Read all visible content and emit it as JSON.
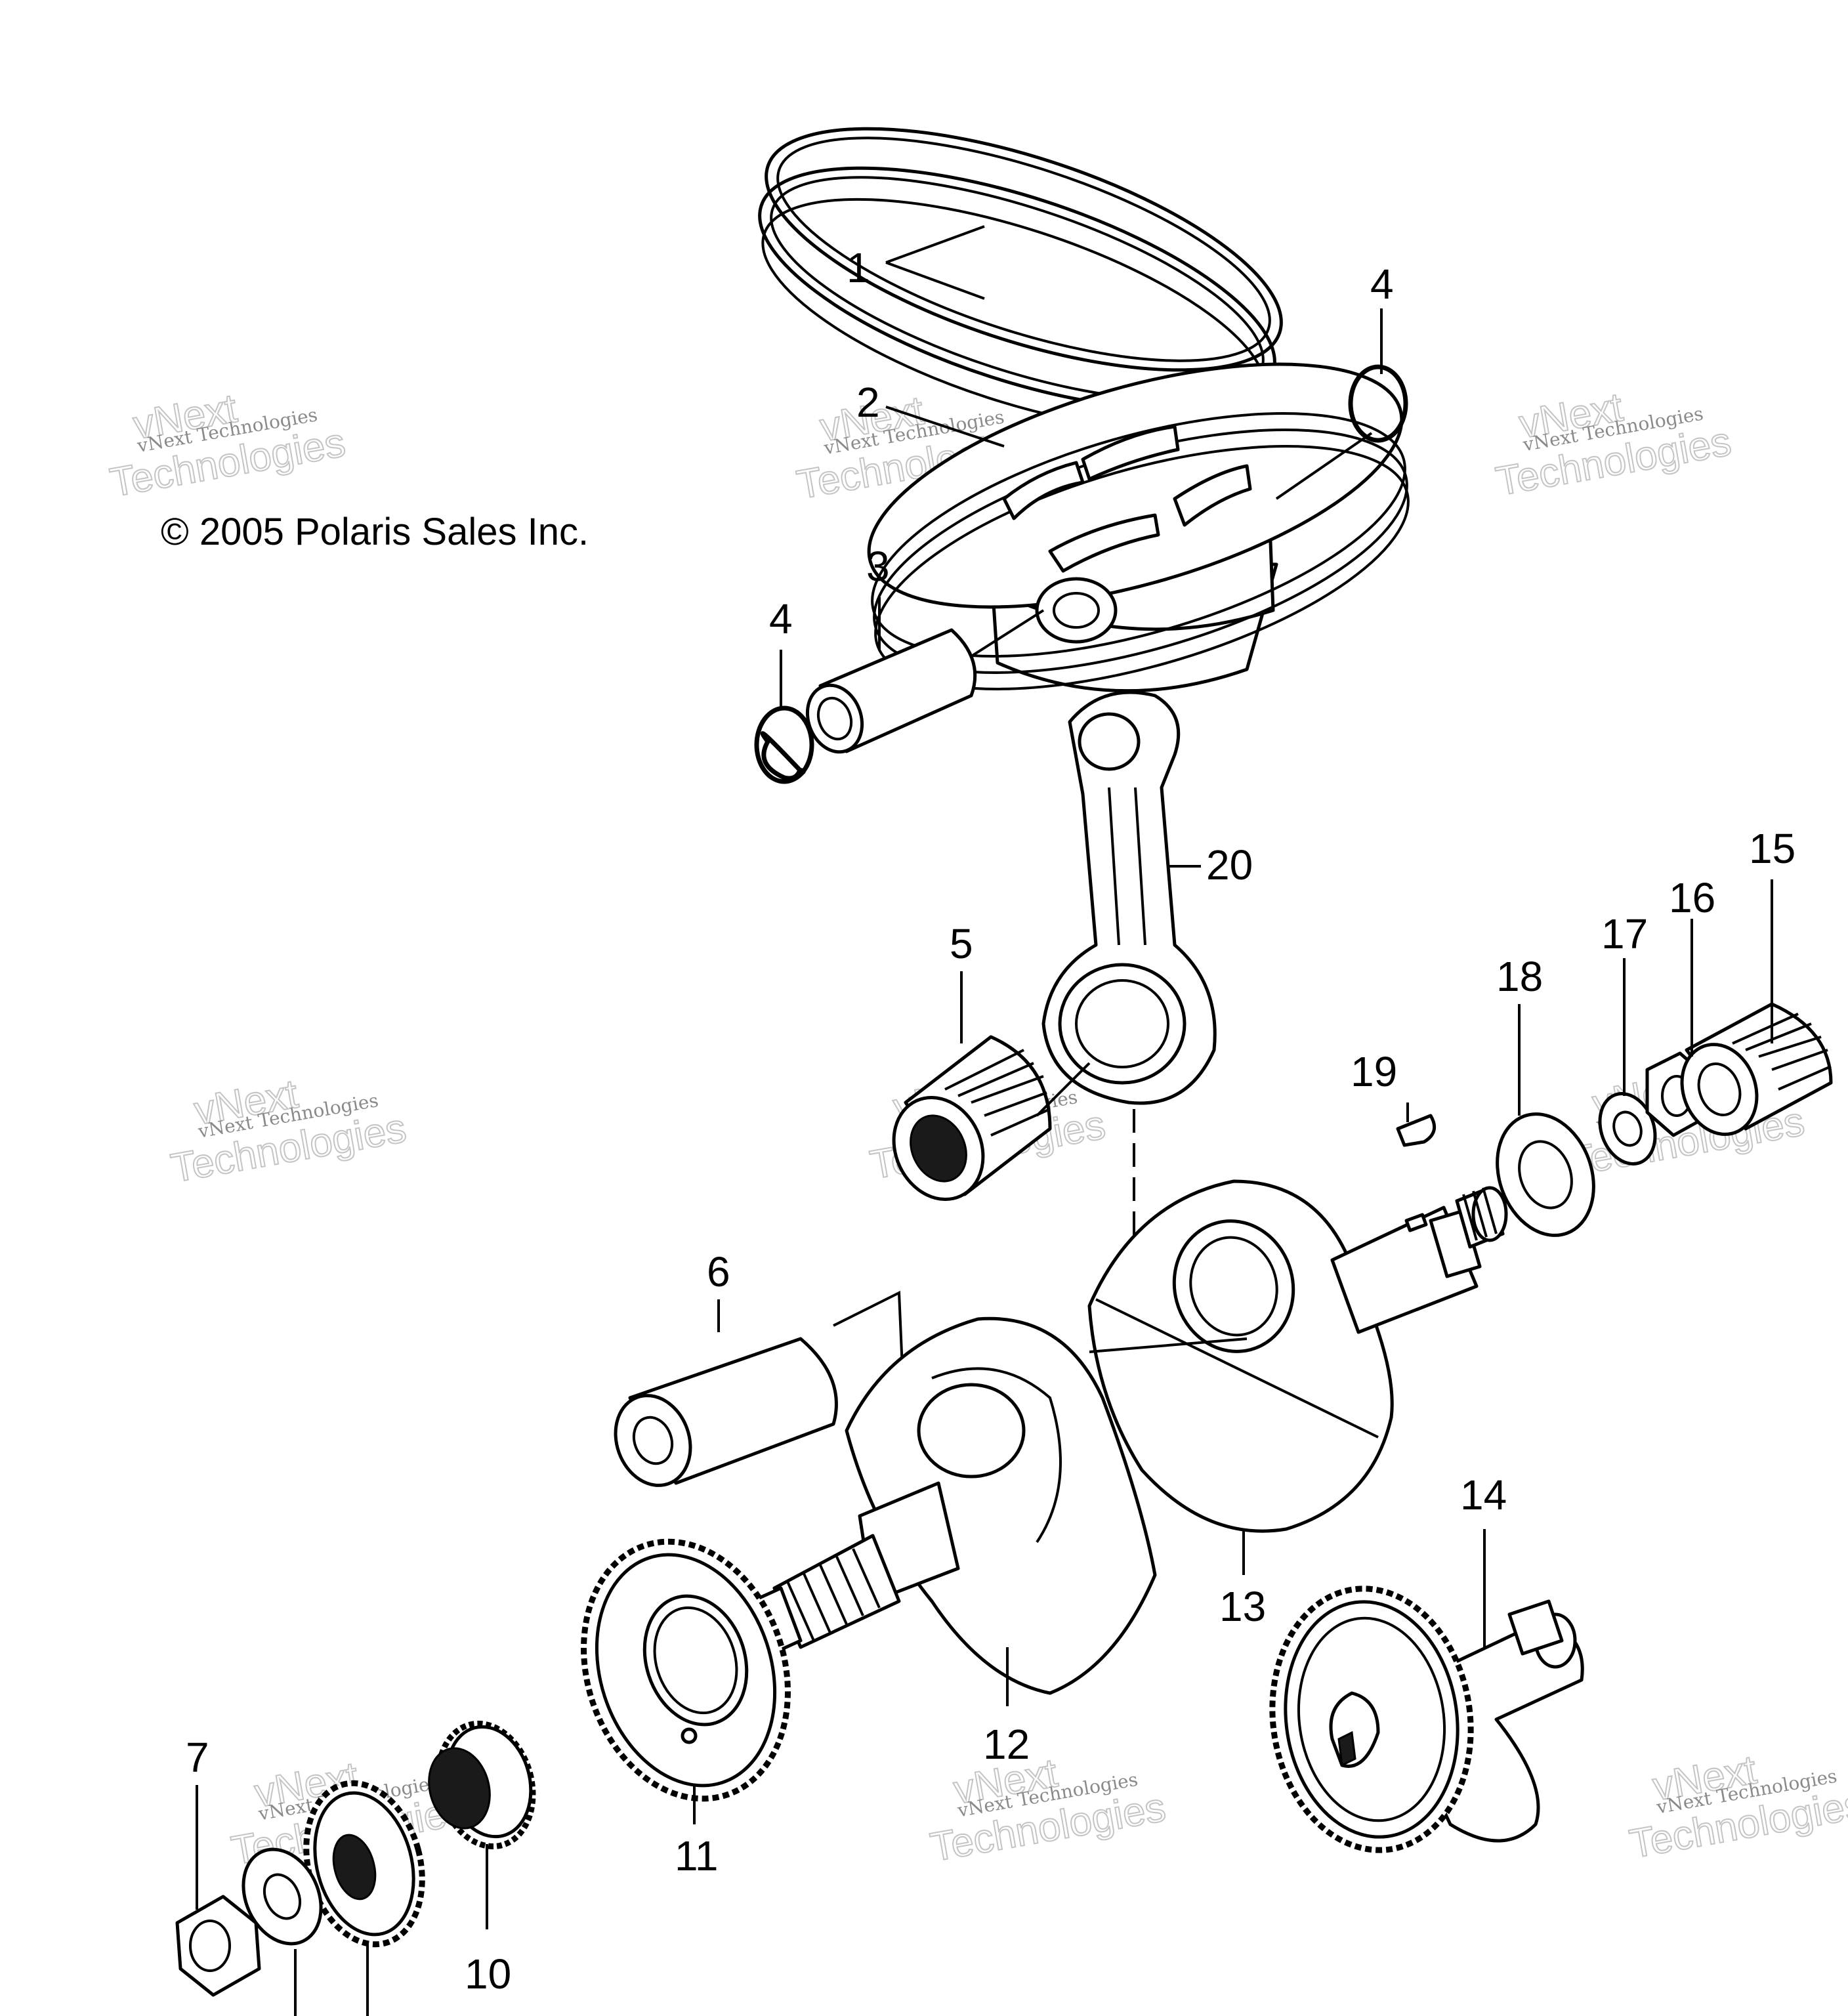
{
  "copyright": "© 2005 Polaris Sales Inc.",
  "watermark": {
    "line1": "vNext Technologies",
    "line2": "vNext",
    "line3": "Technologies"
  },
  "callouts": {
    "c1": "1",
    "c2": "2",
    "c3": "3",
    "c4a": "4",
    "c4b": "4",
    "c5": "5",
    "c6": "6",
    "c7": "7",
    "c10": "10",
    "c11": "11",
    "c12": "12",
    "c13": "13",
    "c14": "14",
    "c15": "15",
    "c16": "16",
    "c17": "17",
    "c18": "18",
    "c19": "19",
    "c20": "20"
  }
}
